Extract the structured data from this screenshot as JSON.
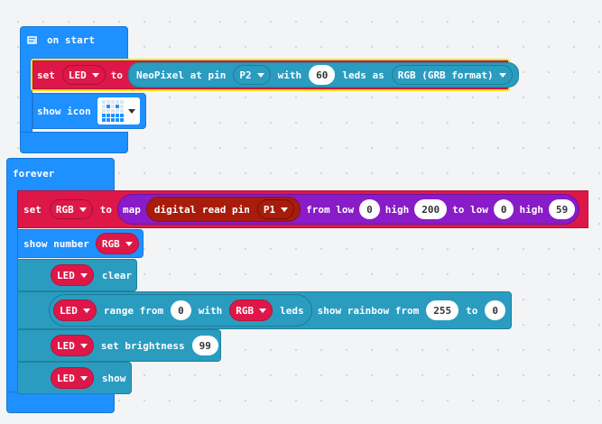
{
  "on_start": {
    "label": "on start",
    "set_block": {
      "set": "set",
      "var": "LED",
      "to": "to"
    },
    "neopixel": {
      "label": "NeoPixel at pin",
      "pin": "P2",
      "with": "with",
      "count": "60",
      "leds_as": "leds as",
      "format": "RGB (GRB format)"
    },
    "show_icon": {
      "label": "show icon"
    }
  },
  "forever": {
    "label": "forever",
    "set_block": {
      "set": "set",
      "var": "RGB",
      "to": "to"
    },
    "map": {
      "label": "map",
      "read": "digital read pin",
      "pin": "P1",
      "from_low": "from low",
      "from_low_val": "0",
      "high": "high",
      "high_val": "200",
      "to_low": "to low",
      "to_low_val": "0",
      "high2": "high",
      "high2_val": "59"
    },
    "show_number": {
      "label": "show number",
      "var": "RGB"
    },
    "clear": {
      "var": "LED",
      "label": "clear"
    },
    "range": {
      "var": "LED",
      "label": "range from",
      "from": "0",
      "with": "with",
      "var2": "RGB",
      "leds": "leds",
      "rainbow": "show rainbow from",
      "rainbow_from": "255",
      "to": "to",
      "rainbow_to": "0"
    },
    "brightness": {
      "var": "LED",
      "label": "set brightness",
      "value": "99"
    },
    "show": {
      "var": "LED",
      "label": "show"
    }
  },
  "colors": {
    "loops": "#1e90ff",
    "variables": "#dd1848",
    "neopixel": "#2a9cc0",
    "math": "#8a1bc8",
    "pins": "#a81c0c",
    "selection": "#f5e31a"
  }
}
